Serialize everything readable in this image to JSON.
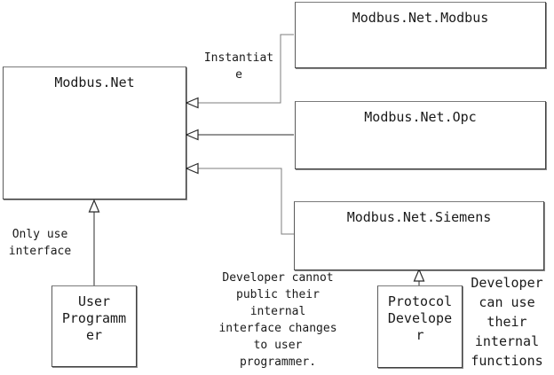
{
  "diagram": {
    "boxes": {
      "modbus_net": {
        "label": "Modbus.Net"
      },
      "modbus_net_modbus": {
        "label": "Modbus.Net.Modbus"
      },
      "modbus_net_opc": {
        "label": "Modbus.Net.Opc"
      },
      "modbus_net_siemens": {
        "label": "Modbus.Net.Siemens"
      },
      "user_programmer": {
        "label": "User\nProgramm\ner"
      },
      "protocol_developer": {
        "label": "Protocol\nDevelope\nr"
      }
    },
    "annotations": {
      "instantiate": "Instantiat\ne",
      "only_use_interface": "Only use\ninterface",
      "developer_cannot": "Developer cannot\npublic their\ninternal\ninterface changes\nto user\nprogrammer.",
      "developer_can_use": "Developer\ncan use\ntheir\ninternal\nfunctions"
    },
    "colors": {
      "background": "#ffffff",
      "box_border": "#404040",
      "line_gray": "#7d7d7d",
      "line_dark": "#2b2b2b",
      "arrowhead_fill": "#ffffff",
      "text": "#1a1a1a"
    }
  }
}
